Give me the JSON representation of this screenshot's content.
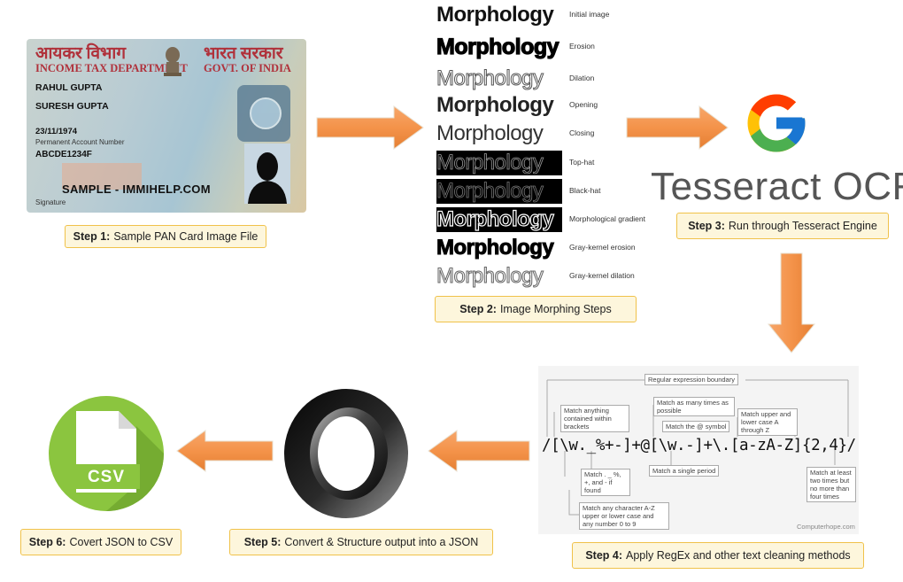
{
  "steps": {
    "s1": {
      "num": "Step 1:",
      "text": "Sample PAN Card Image File"
    },
    "s2": {
      "num": "Step 2:",
      "text": "Image Morphing Steps"
    },
    "s3": {
      "num": "Step 3:",
      "text": "Run through Tesseract Engine"
    },
    "s4": {
      "num": "Step 4:",
      "text": "Apply RegEx and other text cleaning methods"
    },
    "s5": {
      "num": "Step 5:",
      "text": "Convert & Structure output into a JSON"
    },
    "s6": {
      "num": "Step 6:",
      "text": "Covert JSON to CSV"
    }
  },
  "pan": {
    "hindi_left": "आयकर विभाग",
    "hindi_right": "भारत सरकार",
    "dept": "INCOME TAX DEPARTMENT",
    "govt": "GOVT. OF INDIA",
    "name": "RAHUL GUPTA",
    "father": "SURESH GUPTA",
    "dob": "23/11/1974",
    "pan_label": "Permanent Account Number",
    "pan_no": "ABCDE1234F",
    "watermark": "SAMPLE - IMMIHELP.COM",
    "signature": "Signature"
  },
  "morph": {
    "word": "Morphology",
    "labels": [
      "Initial image",
      "Erosion",
      "Dilation",
      "Opening",
      "Closing",
      "Top-hat",
      "Black-hat",
      "Morphological gradient",
      "Gray-kernel erosion",
      "Gray-kernel dilation"
    ]
  },
  "tesseract": {
    "title": "Tesseract OCR"
  },
  "regex": {
    "boundary": "Regular expression boundary",
    "pattern": "/[\\w._%+-]+@[\\w.-]+\\.[a-zA-Z]{2,4}/",
    "n1": "Match anything contained within brackets",
    "n2": "Match as many times as possible",
    "n3": "Match the @ symbol",
    "n4": "Match upper and lower case A through Z",
    "n5": "Match . _ %, +, and - if found",
    "n6": "Match a single period",
    "n7": "Match at least two times but no more than four times",
    "n8": "Match any character A-Z upper or lower case and any number 0 to 9",
    "credit": "Computerhope.com"
  },
  "csv": {
    "label": "CSV"
  },
  "colors": {
    "arrow": "#f4934a",
    "caption_bg": "#fdf6dc",
    "caption_border": "#f0c24a",
    "csv_green": "#8bc53f"
  }
}
